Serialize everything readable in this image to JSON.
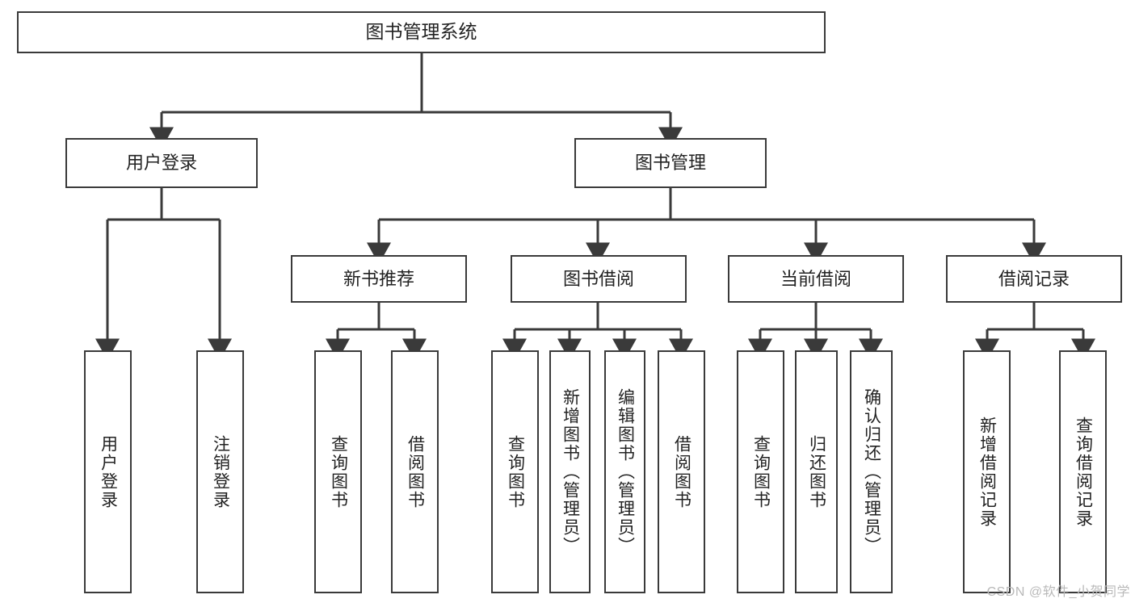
{
  "diagram": {
    "type": "tree-hierarchy",
    "title": "图书管理系统",
    "root": {
      "id": "root",
      "label": "图书管理系统"
    },
    "level1": [
      {
        "id": "user-login",
        "label": "用户登录"
      },
      {
        "id": "book-manage",
        "label": "图书管理"
      }
    ],
    "level2": [
      {
        "id": "new-book-rec",
        "label": "新书推荐",
        "parent": "book-manage"
      },
      {
        "id": "book-borrow",
        "label": "图书借阅",
        "parent": "book-manage"
      },
      {
        "id": "current-borrow",
        "label": "当前借阅",
        "parent": "book-manage"
      },
      {
        "id": "borrow-record",
        "label": "借阅记录",
        "parent": "book-manage"
      }
    ],
    "leaves": [
      {
        "id": "leaf-user-login",
        "label": "用户登录",
        "parent": "user-login"
      },
      {
        "id": "leaf-logout",
        "label": "注销登录",
        "parent": "user-login"
      },
      {
        "id": "leaf-query-book-1",
        "label": "查询图书",
        "parent": "new-book-rec"
      },
      {
        "id": "leaf-borrow-book-1",
        "label": "借阅图书",
        "parent": "new-book-rec"
      },
      {
        "id": "leaf-query-book-2",
        "label": "查询图书",
        "parent": "book-borrow"
      },
      {
        "id": "leaf-add-book",
        "label": "新增图书（管理员）",
        "parent": "book-borrow"
      },
      {
        "id": "leaf-edit-book",
        "label": "编辑图书（管理员）",
        "parent": "book-borrow"
      },
      {
        "id": "leaf-borrow-book-2",
        "label": "借阅图书",
        "parent": "book-borrow"
      },
      {
        "id": "leaf-query-book-3",
        "label": "查询图书",
        "parent": "current-borrow"
      },
      {
        "id": "leaf-return-book",
        "label": "归还图书",
        "parent": "current-borrow"
      },
      {
        "id": "leaf-confirm-return",
        "label": "确认归还（管理员）",
        "parent": "current-borrow"
      },
      {
        "id": "leaf-add-record",
        "label": "新增借阅记录",
        "parent": "borrow-record"
      },
      {
        "id": "leaf-query-record",
        "label": "查询借阅记录",
        "parent": "borrow-record"
      }
    ],
    "colors": {
      "stroke": "#3a3a3a",
      "text": "#222222",
      "background": "#ffffff",
      "watermark": "#b9b9b9"
    }
  },
  "watermark": {
    "text": "CSDN @软件_小贺同学"
  }
}
